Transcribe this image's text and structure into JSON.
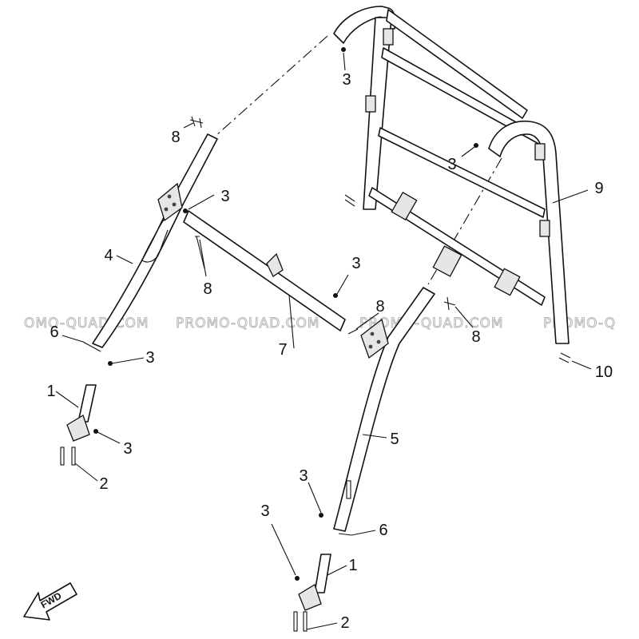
{
  "callouts": {
    "c1a": "1",
    "c1b": "1",
    "c2a": "2",
    "c2b": "2",
    "c3a": "3",
    "c3b": "3",
    "c3c": "3",
    "c3d": "3",
    "c3e": "3",
    "c3f": "3",
    "c3g": "3",
    "c3h": "3",
    "c4": "4",
    "c5": "5",
    "c6a": "6",
    "c6b": "6",
    "c7": "7",
    "c8a": "8",
    "c8b": "8",
    "c8c": "8",
    "c8d": "8",
    "c9": "9",
    "c10": "10"
  },
  "watermark": [
    "OMO-QUAD.COM",
    "PROMO-QUAD.COM",
    "PROMO-QUAD.COM",
    "PROMO-Q"
  ],
  "fwd_label": "FWD",
  "colors": {
    "line": "#111111",
    "watermark": "#b7b7b7",
    "background": "#ffffff"
  }
}
